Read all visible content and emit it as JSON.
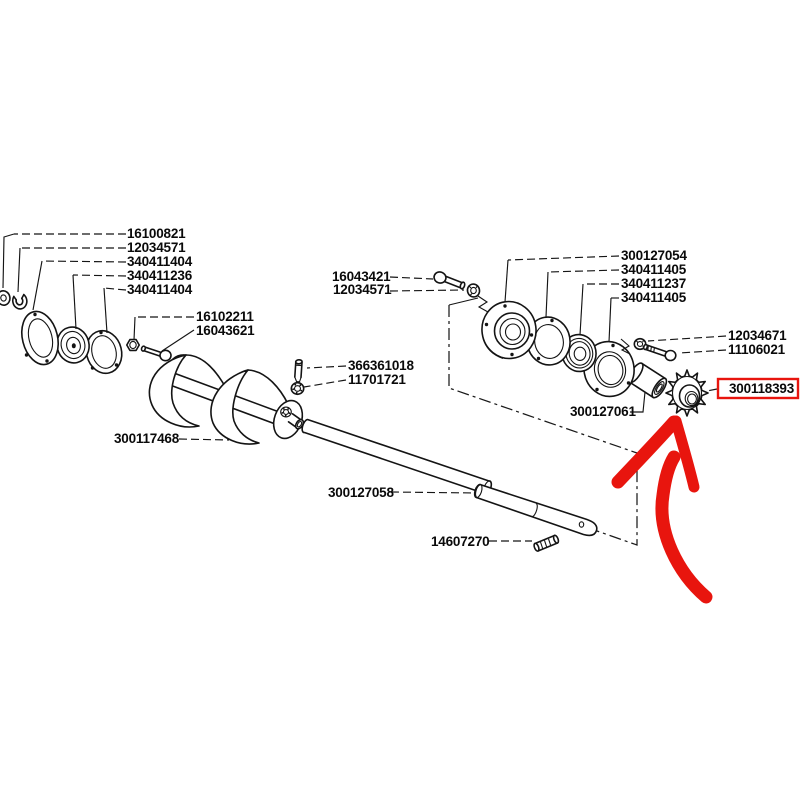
{
  "diagram_type": "exploded-parts-diagram",
  "colors": {
    "background": "#ffffff",
    "line": "#141414",
    "highlight": "#e8150e"
  },
  "highlight": {
    "boxed_part_number": "300118393"
  },
  "labels": [
    {
      "part_number": "16100821"
    },
    {
      "part_number": "12034571"
    },
    {
      "part_number": "340411404"
    },
    {
      "part_number": "340411236"
    },
    {
      "part_number": "340411404"
    },
    {
      "part_number": "16102211"
    },
    {
      "part_number": "16043621"
    },
    {
      "part_number": "16043421"
    },
    {
      "part_number": "12034571"
    },
    {
      "part_number": "300127054"
    },
    {
      "part_number": "340411405"
    },
    {
      "part_number": "340411237"
    },
    {
      "part_number": "340411405"
    },
    {
      "part_number": "366361018"
    },
    {
      "part_number": "11701721"
    },
    {
      "part_number": "12034671"
    },
    {
      "part_number": "11106021"
    },
    {
      "part_number": "300117468"
    },
    {
      "part_number": "300127061"
    },
    {
      "part_number": "300118393"
    },
    {
      "part_number": "300127058"
    },
    {
      "part_number": "14607270"
    }
  ]
}
